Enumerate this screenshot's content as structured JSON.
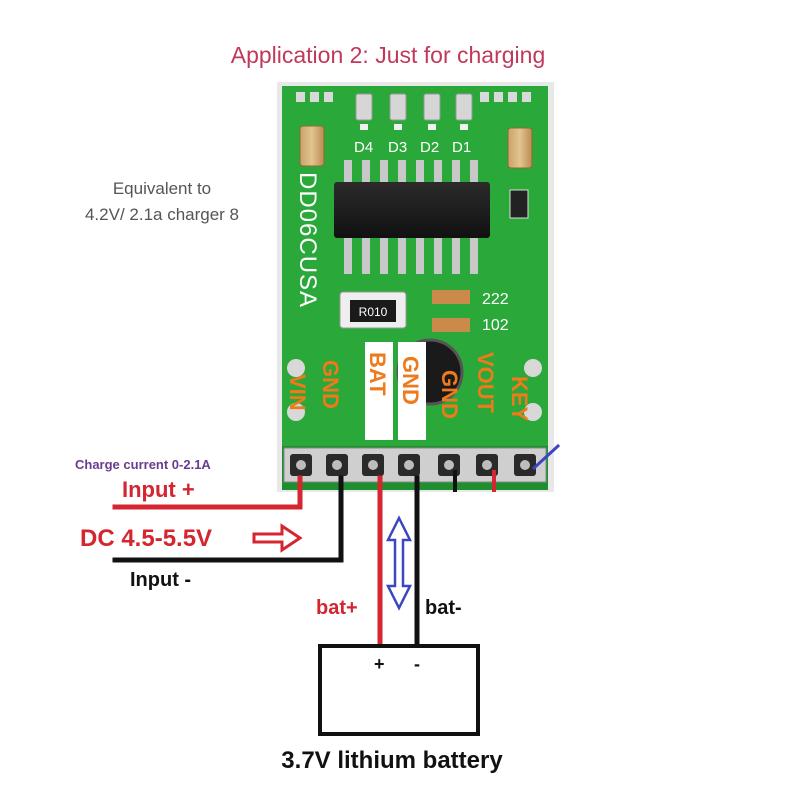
{
  "title": "Application 2: Just for charging",
  "equivalent": {
    "line1": "Equivalent to",
    "line2": "4.2V/ 2.1a charger 8"
  },
  "board": {
    "name": "DD06CUSA",
    "leds": [
      "D4",
      "D3",
      "D2",
      "D1"
    ],
    "resistor_label": "R010",
    "cap_labels": [
      "222",
      "102"
    ],
    "pins": [
      "VIN",
      "GND",
      "BAT",
      "GND",
      "GND",
      "VOUT",
      "KEY"
    ],
    "colors": {
      "pcb": "#2aa83a",
      "pin_label": "#ee7a1c",
      "highlight": "#ffffff"
    }
  },
  "wiring": {
    "charge_current": "Charge current 0-2.1A",
    "input_plus": "Input +",
    "dc_range": "DC 4.5-5.5V",
    "input_minus": "Input -",
    "bat_plus": "bat+",
    "bat_minus": "bat-",
    "colors": {
      "positive": "#d42530",
      "negative": "#111111",
      "arrow": "#3b47c0",
      "charge_label": "#6a3b8e"
    }
  },
  "battery": {
    "plus": "+",
    "minus": "-",
    "label": "3.7V lithium battery"
  }
}
